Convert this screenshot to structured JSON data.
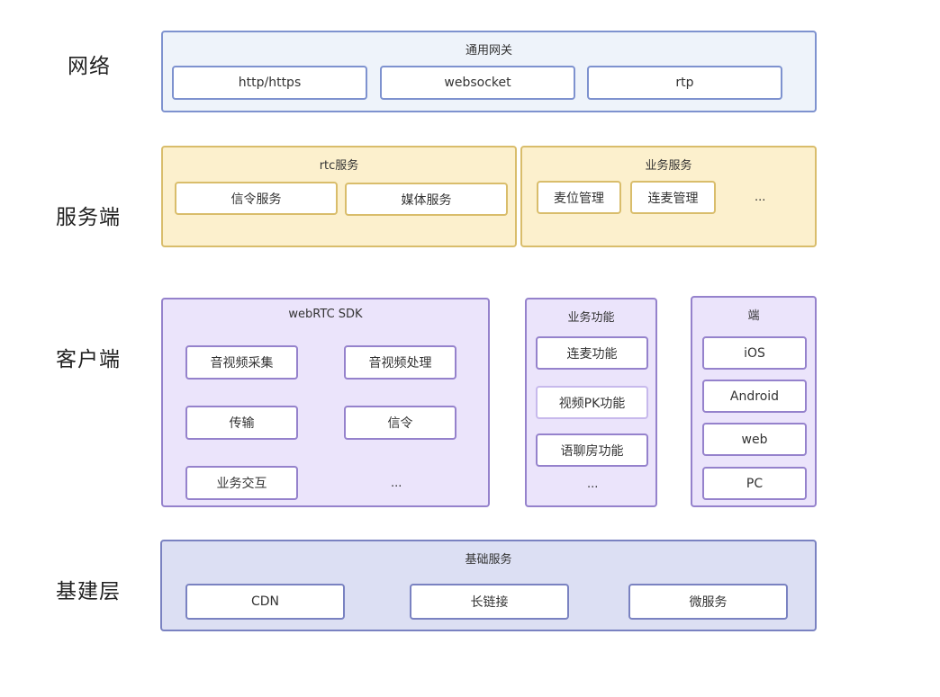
{
  "layers": {
    "network": "网络",
    "server": "服务端",
    "client": "客户端",
    "infra": "基建层"
  },
  "network": {
    "gateway": {
      "title": "通用网关",
      "items": [
        "http/https",
        "websocket",
        "rtp"
      ]
    }
  },
  "server": {
    "rtc": {
      "title": "rtc服务",
      "items": [
        "信令服务",
        "媒体服务"
      ]
    },
    "business": {
      "title": "业务服务",
      "items": [
        "麦位管理",
        "连麦管理"
      ],
      "more": "..."
    }
  },
  "client": {
    "sdk": {
      "title": "webRTC SDK",
      "items": [
        "音视频采集",
        "音视频处理",
        "传输",
        "信令",
        "业务交互"
      ],
      "more": "..."
    },
    "features": {
      "title": "业务功能",
      "items": [
        "连麦功能",
        "视频PK功能",
        "语聊房功能"
      ],
      "more": "..."
    },
    "endpoints": {
      "title": "端",
      "items": [
        "iOS",
        "Android",
        "web",
        "PC"
      ]
    }
  },
  "infra": {
    "base": {
      "title": "基础服务",
      "items": [
        "CDN",
        "长链接",
        "微服务"
      ]
    }
  },
  "colors": {
    "network_fill": "#eef3fa",
    "network_border": "#7e92cf",
    "server_fill": "#fcf0cd",
    "server_border": "#d9bd6b",
    "client_fill": "#ebe4fb",
    "client_border": "#9582cc",
    "infra_fill": "#dcdff3",
    "infra_border": "#7a82c1"
  }
}
